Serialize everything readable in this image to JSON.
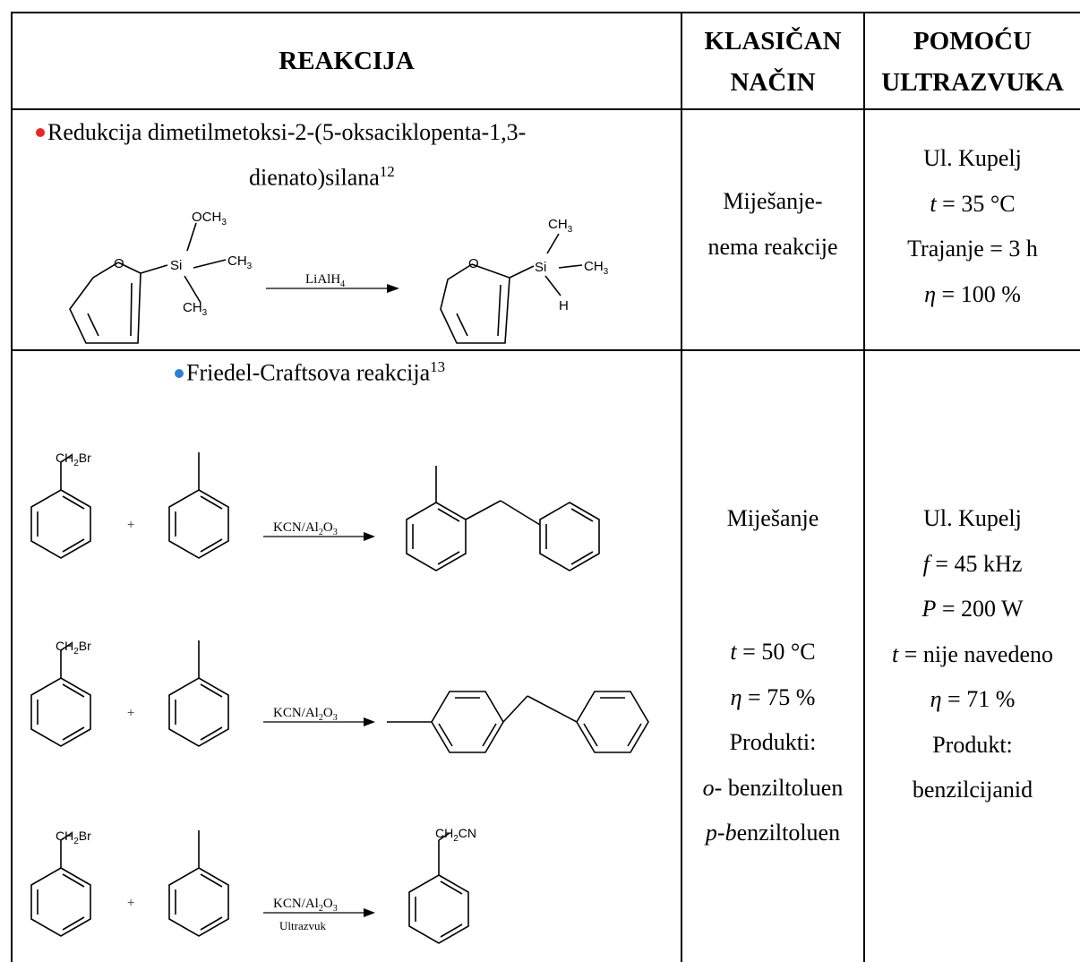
{
  "headers": {
    "reaction": "REAKCIJA",
    "classic_line1": "KLASIČAN",
    "classic_line2": "NAČIN",
    "ultra_line1": "POMOĆU",
    "ultra_line2": "ULTRAZVUKA"
  },
  "row1": {
    "title_line1": "Redukcija dimetilmetoksi-2-(5-oksaciklopenta-1,3-",
    "title_line2": "dienato)silana",
    "ref": "12",
    "bullet_color": "#e8262a",
    "scheme": {
      "och3": "OCH",
      "och3_sub": "3",
      "si": "Si",
      "ch3": "CH",
      "ch3_sub": "3",
      "o": "O",
      "h": "H",
      "reagent": "LiAlH",
      "reagent_sub": "4"
    },
    "classic": [
      "Miješanje-",
      "nema reakcije"
    ],
    "ultra": {
      "line1": "Ul. Kupelj",
      "t_var": "t",
      "t_val": " = 35 °C",
      "duration": "Trajanje = 3 h",
      "eta_var": "η",
      "eta_val": " = 100 %"
    }
  },
  "row2": {
    "title": "Friedel-Craftsova reakcija",
    "ref": "13",
    "bullet_color": "#2f7fd1",
    "scheme": {
      "ch2br": "CH",
      "ch2br_sub": "2",
      "ch2br_end": "Br",
      "plus": "+",
      "reagent": "KCN/Al",
      "reagent_sub1": "2",
      "reagent_mid": "O",
      "reagent_sub2": "3",
      "ultrasound": "Ultrazvuk",
      "ch2cn": "CH",
      "ch2cn_sub": "2",
      "ch2cn_end": "CN"
    },
    "classic": {
      "line1": "Miješanje",
      "t_var": "t",
      "t_val": " = 50 °C",
      "eta_var": "η",
      "eta_val": " = 75 %",
      "products_label": "Produkti:",
      "o_prefix": "o-",
      "o_rest": " benziltoluen",
      "p_prefix": "p-b",
      "p_rest": "enziltoluen"
    },
    "ultra": {
      "line1": "Ul. Kupelj",
      "f_var": "f",
      "f_val": " = 45 kHz",
      "p_var": "P",
      "p_val": " = 200 W",
      "t_var": "t",
      "t_val": " = nije navedeno",
      "eta_var": "η",
      "eta_val": " = 71 %",
      "product_label": "Produkt:",
      "product": "benzilcijanid"
    }
  }
}
